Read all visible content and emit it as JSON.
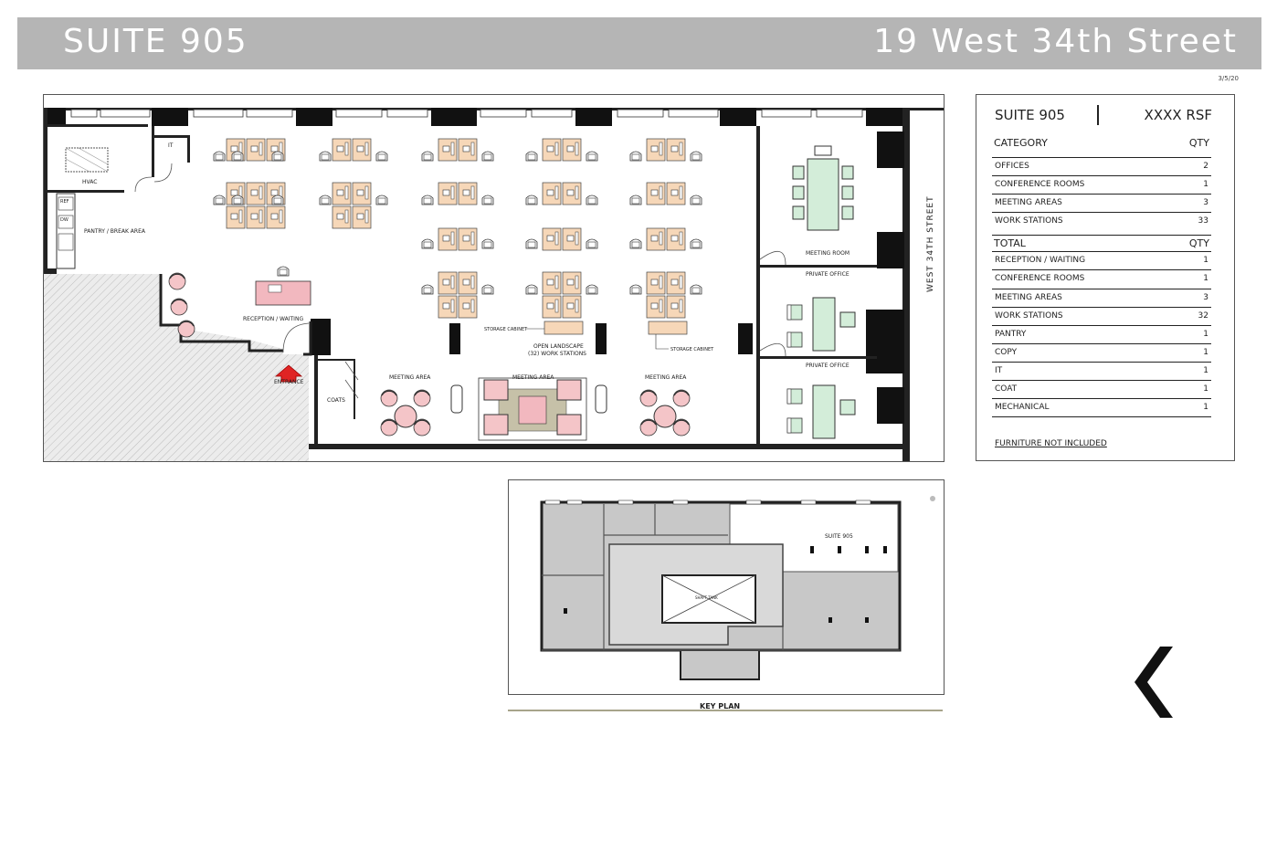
{
  "header": {
    "suite": "SUITE 905",
    "address": "19 West 34th Street"
  },
  "date": "3/5/20",
  "plan": {
    "street_label": "WEST 34TH STREET",
    "labels": {
      "hvac": "HVAC",
      "it": "IT",
      "pantry": "PANTRY / BREAK AREA",
      "reception": "RECEPTION / WAITING",
      "entrance": "ENTRANCE",
      "coats": "COATS",
      "meeting_area_1": "MEETING AREA",
      "meeting_area_2": "MEETING AREA",
      "meeting_area_3": "MEETING AREA",
      "storage_cabinet_1": "STORAGE CABINET",
      "storage_cabinet_2": "STORAGE CABINET",
      "open_landscape_1": "OPEN LANDSCAPE",
      "open_landscape_2": "(32) WORK STATIONS",
      "meeting_room": "MEETING ROOM",
      "private_office_1": "PRIVATE OFFICE",
      "private_office_2": "PRIVATE OFFICE",
      "ref": "REF",
      "dw": "DW"
    }
  },
  "summary": {
    "suite": "SUITE 905",
    "rsf": "XXXX  RSF",
    "category_header": "CATEGORY",
    "total_header": "TOTAL",
    "qty_header": "QTY",
    "category_rows": [
      {
        "name": "OFFICES",
        "qty": "2"
      },
      {
        "name": "CONFERENCE ROOMS",
        "qty": "1"
      },
      {
        "name": "MEETING AREAS",
        "qty": "3"
      },
      {
        "name": "WORK STATIONS",
        "qty": "33"
      }
    ],
    "total_rows": [
      {
        "name": "RECEPTION / WAITING",
        "qty": "1"
      },
      {
        "name": "CONFERENCE ROOMS",
        "qty": "1"
      },
      {
        "name": "MEETING AREAS",
        "qty": "3"
      },
      {
        "name": "WORK STATIONS",
        "qty": "32"
      },
      {
        "name": "PANTRY",
        "qty": "1"
      },
      {
        "name": "COPY",
        "qty": "1"
      },
      {
        "name": "IT",
        "qty": "1"
      },
      {
        "name": "COAT",
        "qty": "1"
      },
      {
        "name": "MECHANICAL",
        "qty": "1"
      }
    ],
    "note": "FURNITURE NOT INCLUDED"
  },
  "key_plan": {
    "title": "KEY PLAN",
    "suite_label": "SUITE 905",
    "shaft_label": "SHAFT TANK"
  },
  "colors": {
    "header_bg": "#b5b5b5",
    "desk": "#f6d7b8",
    "meeting_room_table": "#d3edd9",
    "reception_desk": "#f2b8bf",
    "chair_pink": "#f4c5c8"
  },
  "nav": {
    "icon": "chevron-left-icon"
  }
}
